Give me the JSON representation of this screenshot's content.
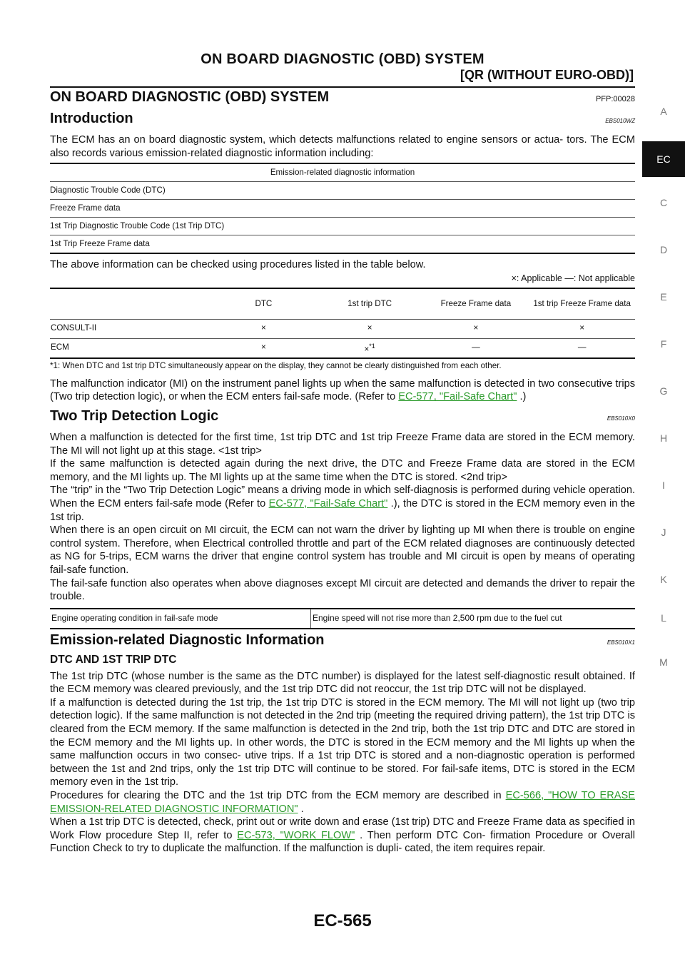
{
  "header": {
    "title": "ON BOARD DIAGNOSTIC (OBD) SYSTEM",
    "subtitle": "[QR (WITHOUT EURO-OBD)]"
  },
  "side_tabs": [
    "A",
    "EC",
    "C",
    "D",
    "E",
    "F",
    "G",
    "H",
    "I",
    "J",
    "K",
    "L",
    "M"
  ],
  "active_tab": "EC",
  "section": {
    "title": "ON BOARD DIAGNOSTIC (OBD) SYSTEM",
    "code": "PFP:00028"
  },
  "intro": {
    "title": "Introduction",
    "code": "EBS010WZ",
    "text": "The ECM has an on board diagnostic system, which detects malfunctions related to engine sensors or actua- tors. The ECM also records various emission-related diagnostic information including:",
    "table_header": "Emission-related diagnostic information",
    "table_rows": [
      "Diagnostic Trouble Code (DTC)",
      "Freeze Frame data",
      "1st Trip Diagnostic Trouble Code (1st Trip DTC)",
      "1st Trip Freeze Frame data"
    ],
    "text2": "The above information can be checked using procedures listed in the table below.",
    "legend": "×: Applicable   —: Not applicable",
    "table2": {
      "headers": [
        "DTC",
        "1st trip DTC",
        "Freeze Frame data",
        "1st trip Freeze Frame data"
      ],
      "rows": [
        {
          "label": "CONSULT-II",
          "cells": [
            "×",
            "×",
            "×",
            "×"
          ]
        },
        {
          "label": "ECM",
          "cells": [
            "×",
            "×*1",
            "—",
            "—"
          ]
        }
      ]
    },
    "footnote": "*1: When DTC and 1st trip DTC simultaneously appear on the display, they cannot be clearly distinguished from each other.",
    "mi_text_pre": "The malfunction indicator (MI) on the instrument panel lights up when the same malfunction is detected in two consecutive trips (Two trip detection logic), or when the ECM enters fail-safe mode. (Refer to ",
    "mi_link": "EC-577, \"Fail-Safe Chart\"",
    "mi_text_post": " .)"
  },
  "two_trip": {
    "title": "Two Trip Detection Logic",
    "code": "EBS010X0",
    "p1": "When a malfunction is detected for the first time, 1st trip DTC and 1st trip Freeze Frame data are stored in the ECM memory. The MI will not light up at this stage. <1st trip>",
    "p2": "If the same malfunction is detected again during the next drive, the DTC and Freeze Frame data are stored in the ECM memory, and the MI lights up. The MI lights up at the same time when the DTC is stored. <2nd trip>",
    "p3_pre": "The “trip” in the “Two Trip Detection Logic” means a driving mode in which self-diagnosis is performed during vehicle operation. When the ECM enters fail-safe mode (Refer to ",
    "p3_link": "EC-577, \"Fail-Safe Chart\"",
    "p3_post": " .), the DTC is stored in the ECM memory even in the 1st trip.",
    "p4": "When there is an open circuit on MI circuit, the ECM can not warn the driver by lighting up MI when there is trouble on engine control system. Therefore, when Electrical controlled throttle and part of the ECM related diagnoses are continuously detected as NG for 5-trips, ECM warns the driver that engine control system has trouble and MI circuit is open by means of operating fail-safe function.",
    "p5": "The fail-safe function also operates when above diagnoses except MI circuit are detected and demands the driver to repair the trouble.",
    "table_left": "Engine operating condition in fail-safe mode",
    "table_right": "Engine speed will not rise more than 2,500 rpm due to the fuel cut"
  },
  "emission": {
    "title": "Emission-related Diagnostic Information",
    "code": "EBS010X1",
    "subtitle": "DTC AND 1ST TRIP DTC",
    "p1": "The 1st trip DTC (whose number is the same as the DTC number) is displayed for the latest self-diagnostic result obtained. If the ECM memory was cleared previously, and the 1st trip DTC did not reoccur, the 1st trip DTC will not be displayed.",
    "p2": "If a malfunction is detected during the 1st trip, the 1st trip DTC is stored in the ECM memory. The MI will not light up (two trip detection logic). If the same malfunction is not detected in the 2nd trip (meeting the required driving pattern), the 1st trip DTC is cleared from the ECM memory. If the same malfunction is detected in the 2nd trip, both the 1st trip DTC and DTC are stored in the ECM memory and the MI lights up. In other words, the DTC is stored in the ECM memory and the MI lights up when the same malfunction occurs in two consec- utive trips. If a 1st trip DTC is stored and a non-diagnostic operation is performed between the 1st and 2nd trips, only the 1st trip DTC will continue to be stored. For fail-safe items, DTC is stored in the ECM memory even in the 1st trip.",
    "p3_pre": "Procedures for clearing the DTC and the 1st trip DTC from the ECM memory are described in ",
    "p3_link": "EC-566, \"HOW TO ERASE EMISSION-RELATED DIAGNOSTIC INFORMATION\"",
    "p3_post": " .",
    "p4_pre": "When a 1st trip DTC is detected, check, print out or write down and erase (1st trip) DTC and Freeze Frame data as specified in Work Flow procedure Step II, refer to ",
    "p4_link": "EC-573, \"WORK FLOW\"",
    "p4_post": " . Then perform DTC Con- firmation Procedure or Overall Function Check to try to duplicate the malfunction. If the malfunction is dupli- cated, the item requires repair."
  },
  "page_number": "EC-565"
}
